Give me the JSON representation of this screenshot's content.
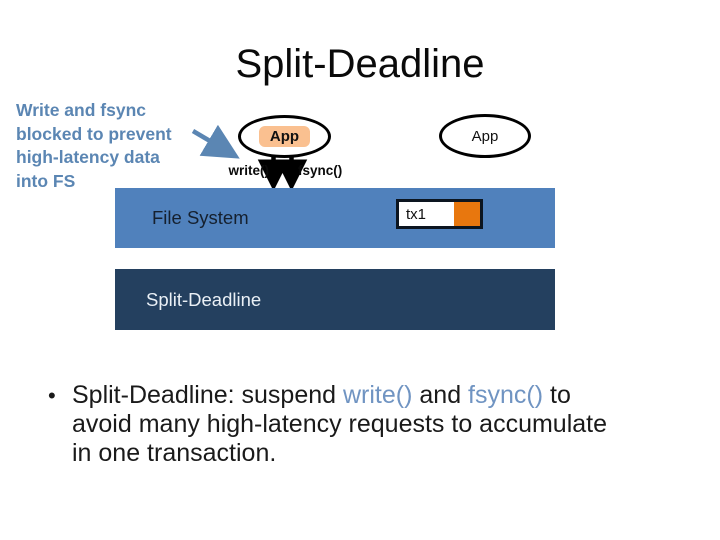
{
  "slide": {
    "title": "Split-Deadline",
    "note": {
      "text": "Write and fsync\nblocked to prevent\nhigh-latency data\ninto FS"
    },
    "diagram": {
      "apps": [
        {
          "label": "App",
          "highlighted": true
        },
        {
          "label": "App",
          "highlighted": false
        }
      ],
      "calls": [
        {
          "label": "write()"
        },
        {
          "label": "fsync()"
        }
      ],
      "file_system": {
        "label": "File System",
        "transaction": {
          "label": "tx1"
        }
      },
      "journal_bar": {
        "label": "Split-Deadline"
      }
    },
    "bullet": {
      "marker": "•",
      "lines": [
        {
          "segments": [
            {
              "text": "Split-Deadline: suspend "
            },
            {
              "text": "write()",
              "accent": true
            },
            {
              "text": " and "
            },
            {
              "text": "fsync()",
              "accent": true
            },
            {
              "text": " to"
            }
          ]
        },
        {
          "segments": [
            {
              "text": "avoid many high-latency requests to accumulate"
            }
          ]
        },
        {
          "segments": [
            {
              "text": "in one transaction."
            }
          ]
        }
      ]
    }
  },
  "colors": {
    "bar-blue": "#5081BC",
    "bar-dark": "#24405F",
    "note-blue": "#5B86B3",
    "call-blue": "#7094C2",
    "peach": "#FAC090",
    "orange": "#E8770E"
  }
}
